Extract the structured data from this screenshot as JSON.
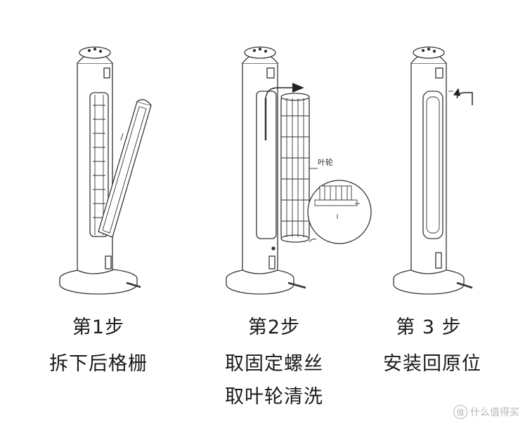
{
  "steps": [
    {
      "title": "第1步",
      "lines": [
        "拆下后格栅"
      ]
    },
    {
      "title": "第2步",
      "lines": [
        "取固定螺丝",
        "取叶轮清洗"
      ]
    },
    {
      "title": "第 3 步",
      "lines": [
        "安装回原位"
      ]
    }
  ],
  "labels": {
    "impeller": "叶轮"
  },
  "watermark": {
    "badge": "值",
    "text": "什么值得买"
  }
}
